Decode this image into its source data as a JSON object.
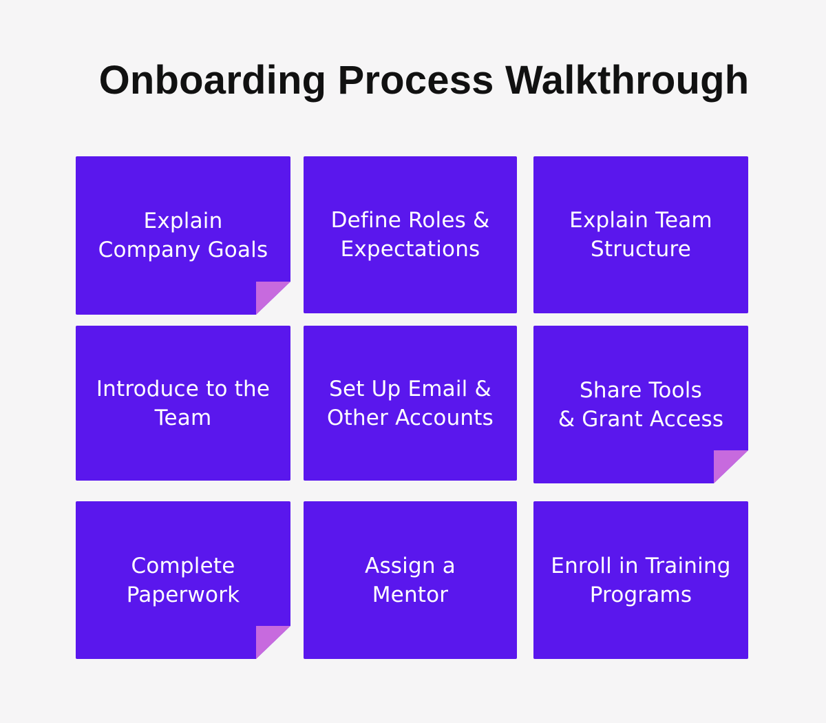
{
  "title": "Onboarding Process Walkthrough",
  "colors": {
    "page_background": "#f6f5f6",
    "card_background": "#5a17ed",
    "fold_corner": "#c76ade",
    "title_text": "#111111",
    "card_text": "#ffffff"
  },
  "cards": [
    {
      "lines": [
        "Explain",
        "Company Goals"
      ],
      "folded": true
    },
    {
      "lines": [
        "Define Roles &",
        "Expectations"
      ],
      "folded": false
    },
    {
      "lines": [
        "Explain Team",
        "Structure"
      ],
      "folded": false
    },
    {
      "lines": [
        "Introduce to the",
        "Team"
      ],
      "folded": false
    },
    {
      "lines": [
        "Set Up Email &",
        "Other Accounts"
      ],
      "folded": false
    },
    {
      "lines": [
        "Share Tools",
        "& Grant Access"
      ],
      "folded": true
    },
    {
      "lines": [
        "Complete",
        "Paperwork"
      ],
      "folded": true
    },
    {
      "lines": [
        "Assign a",
        "Mentor"
      ],
      "folded": false
    },
    {
      "lines": [
        "Enroll in Training",
        "Programs"
      ],
      "folded": false
    }
  ]
}
